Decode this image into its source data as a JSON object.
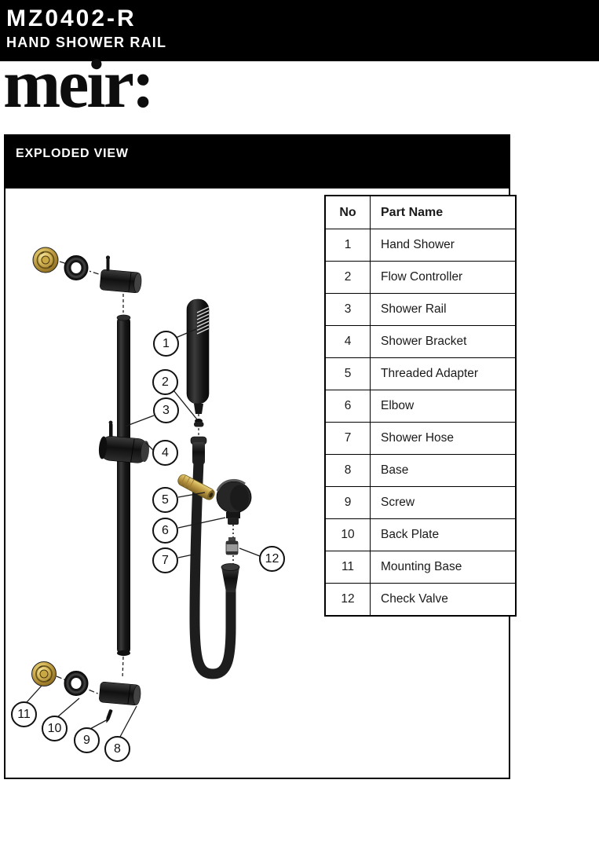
{
  "header": {
    "model": "MZ0402-R",
    "subtitle": "HAND SHOWER RAIL"
  },
  "brand": {
    "logo_text": "meir:"
  },
  "section": {
    "title": "EXPLODED VIEW"
  },
  "parts_table": {
    "headers": {
      "no": "No",
      "name": "Part Name"
    },
    "rows": [
      {
        "no": "1",
        "name": "Hand Shower"
      },
      {
        "no": "2",
        "name": "Flow Controller"
      },
      {
        "no": "3",
        "name": "Shower Rail"
      },
      {
        "no": "4",
        "name": "Shower Bracket"
      },
      {
        "no": "5",
        "name": "Threaded Adapter"
      },
      {
        "no": "6",
        "name": "Elbow"
      },
      {
        "no": "7",
        "name": "Shower Hose"
      },
      {
        "no": "8",
        "name": "Base"
      },
      {
        "no": "9",
        "name": "Screw"
      },
      {
        "no": "10",
        "name": "Back Plate"
      },
      {
        "no": "11",
        "name": "Mounting Base"
      },
      {
        "no": "12",
        "name": "Check Valve"
      }
    ]
  },
  "diagram": {
    "callouts": [
      {
        "label": "1"
      },
      {
        "label": "2"
      },
      {
        "label": "3"
      },
      {
        "label": "4"
      },
      {
        "label": "5"
      },
      {
        "label": "6"
      },
      {
        "label": "7"
      },
      {
        "label": "8"
      },
      {
        "label": "9"
      },
      {
        "label": "10"
      },
      {
        "label": "11"
      },
      {
        "label": "12"
      }
    ],
    "colors": {
      "bar_background": "#000000",
      "part_black": "#1d1d1d",
      "brass": "#c2a24a",
      "check_valve_grey": "#9a9a9a",
      "background": "#ffffff"
    }
  }
}
